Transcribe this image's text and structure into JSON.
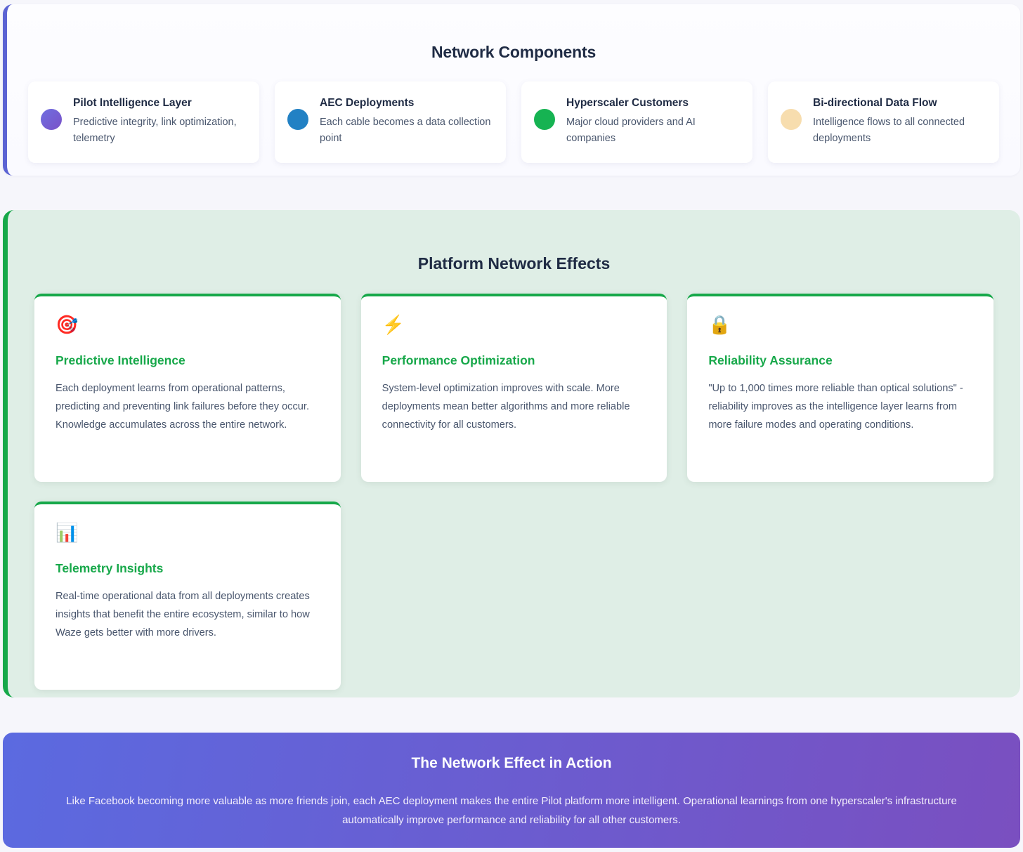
{
  "components_section": {
    "title": "Network Components",
    "accent_color": "#5b63d3",
    "items": [
      {
        "dot_color": "#6f6fe0",
        "title": "Pilot Intelligence Layer",
        "desc": "Predictive integrity, link optimization, telemetry"
      },
      {
        "dot_color": "#2281c4",
        "title": "AEC Deployments",
        "desc": "Each cable becomes a data collection point"
      },
      {
        "dot_color": "#16b352",
        "title": "Hyperscaler Customers",
        "desc": "Major cloud providers and AI companies"
      },
      {
        "dot_color": "#f7ddae",
        "title": "Bi-directional Data Flow",
        "desc": "Intelligence flows to all connected deployments"
      }
    ]
  },
  "effects_section": {
    "title": "Platform Network Effects",
    "accent_color": "#17a84a",
    "background_color": "#dfeee6",
    "cards": [
      {
        "icon": "🎯",
        "icon_name": "target-icon",
        "title": "Predictive Intelligence",
        "desc": "Each deployment learns from operational patterns, predicting and preventing link failures before they occur. Knowledge accumulates across the entire network."
      },
      {
        "icon": "⚡",
        "icon_name": "lightning-bolt-icon",
        "title": "Performance Optimization",
        "desc": "System-level optimization improves with scale. More deployments mean better algorithms and more reliable connectivity for all customers."
      },
      {
        "icon": "🔒",
        "icon_name": "lock-icon",
        "title": "Reliability Assurance",
        "desc": "\"Up to 1,000 times more reliable than optical solutions\" - reliability improves as the intelligence layer learns from more failure modes and operating conditions."
      },
      {
        "icon": "📊",
        "icon_name": "bar-chart-icon",
        "title": "Telemetry Insights",
        "desc": "Real-time operational data from all deployments creates insights that benefit the entire ecosystem, similar to how Waze gets better with more drivers."
      }
    ]
  },
  "banner": {
    "title": "The Network Effect in Action",
    "text": "Like Facebook becoming more valuable as more friends join, each AEC deployment makes the entire Pilot platform more intelligent. Operational learnings from one hyperscaler's infrastructure automatically improve performance and reliability for all other customers.",
    "gradient_start": "#5b6ae0",
    "gradient_end": "#7a4fc0"
  }
}
